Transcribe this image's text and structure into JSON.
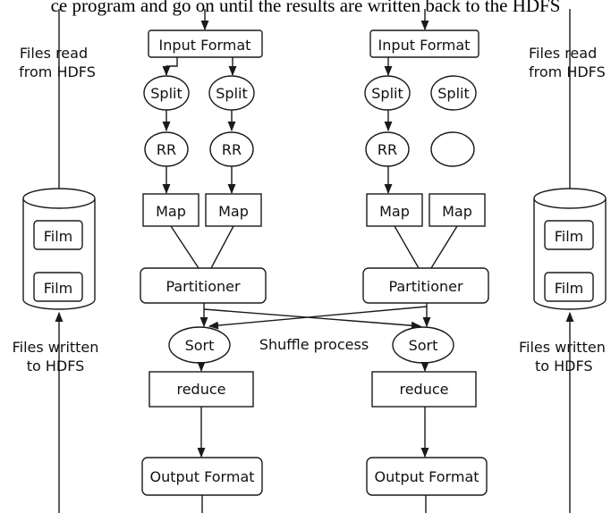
{
  "caption": "ce program and go on until the results are written back to the HDFS",
  "labels": {
    "input_format": "Input Format",
    "split": "Split",
    "rr": "RR",
    "map": "Map",
    "partitioner": "Partitioner",
    "sort": "Sort",
    "reduce": "reduce",
    "output_format": "Output Format",
    "film": "Film",
    "shuffle": "Shuffle process"
  },
  "side_labels": {
    "left_read": [
      "Files  read",
      "from  HDFS"
    ],
    "left_write": [
      "Files written",
      "to HDFS"
    ],
    "right_read": [
      "Files  read",
      "from  HDFS"
    ],
    "right_write": [
      "Files written",
      "to HDFS"
    ]
  }
}
